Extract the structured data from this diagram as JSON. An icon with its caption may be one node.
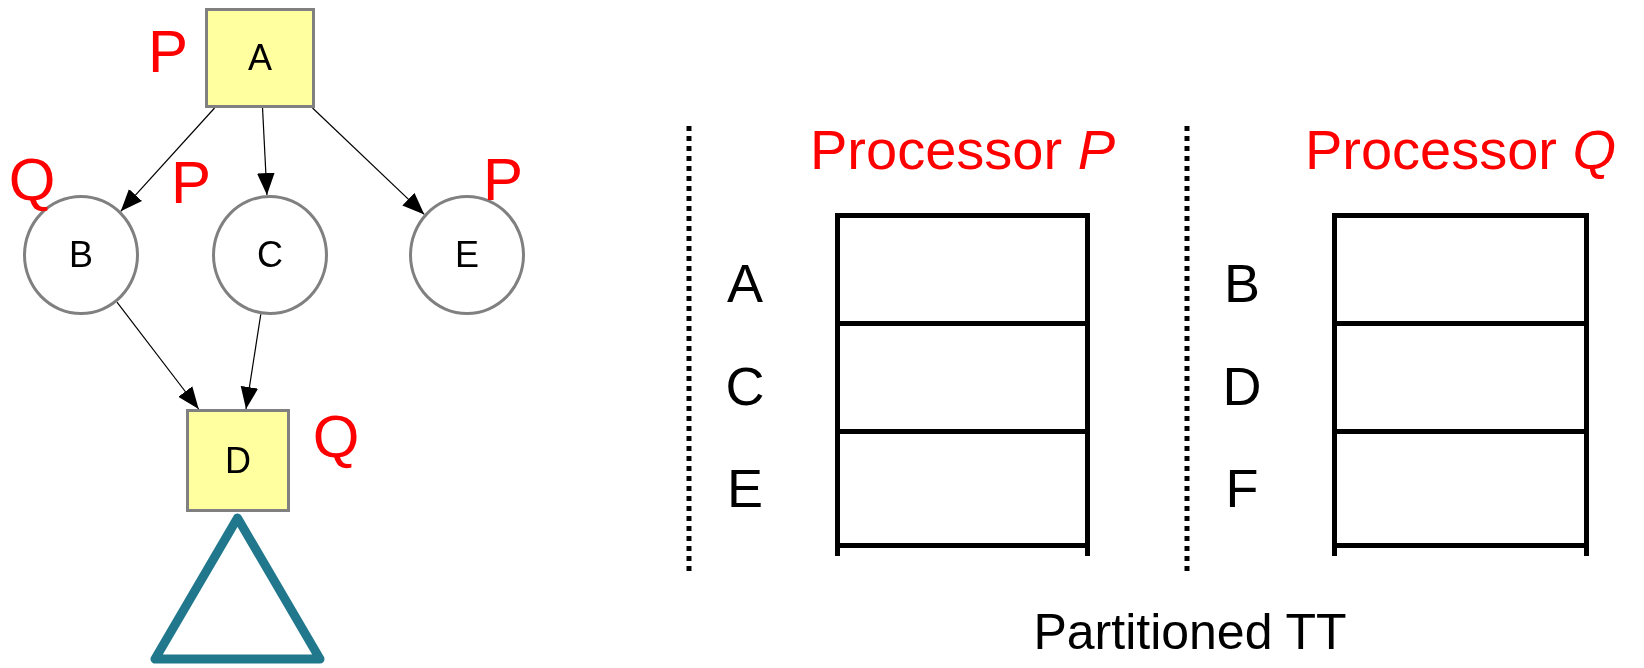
{
  "diagram": {
    "caption": "Partitioned TT",
    "nodes": [
      {
        "text": [
          "A"
        ],
        "beside": [
          "P"
        ]
      },
      {
        "text": [
          "B"
        ],
        "beside": [
          "Q"
        ]
      },
      {
        "text": [
          "C"
        ],
        "beside": [
          "P"
        ]
      },
      {
        "text": [
          "E"
        ],
        "beside": [
          "P"
        ]
      },
      {
        "text": [
          "D"
        ],
        "beside": [
          "Q"
        ]
      },
      {
        "text": [],
        "shape": "triangle"
      },
      {
        "text": [
          "Processor *P*"
        ]
      },
      {
        "text": [],
        "shape": "box",
        "in": 6,
        "beside": [
          "A"
        ]
      },
      {
        "text": [],
        "shape": "box",
        "in": 6,
        "beside": [
          "C"
        ]
      },
      {
        "text": [],
        "shape": "box",
        "in": 6,
        "beside": [
          "E"
        ]
      },
      {
        "text": [
          "Processor *Q*"
        ]
      },
      {
        "text": [],
        "shape": "box",
        "in": 10,
        "beside": [
          "B"
        ]
      },
      {
        "text": [],
        "shape": "box",
        "in": 10,
        "beside": [
          "D"
        ]
      },
      {
        "text": [],
        "shape": "box",
        "in": 10,
        "beside": [
          "F"
        ]
      }
    ],
    "edges": [
      {
        "from": 0,
        "to": 1,
        "arrow": "to"
      },
      {
        "from": 0,
        "to": 2,
        "arrow": "to"
      },
      {
        "from": 0,
        "to": 3,
        "arrow": "to"
      },
      {
        "from": 1,
        "to": 4,
        "arrow": "to"
      },
      {
        "from": 2,
        "to": 4,
        "arrow": "to"
      }
    ]
  }
}
